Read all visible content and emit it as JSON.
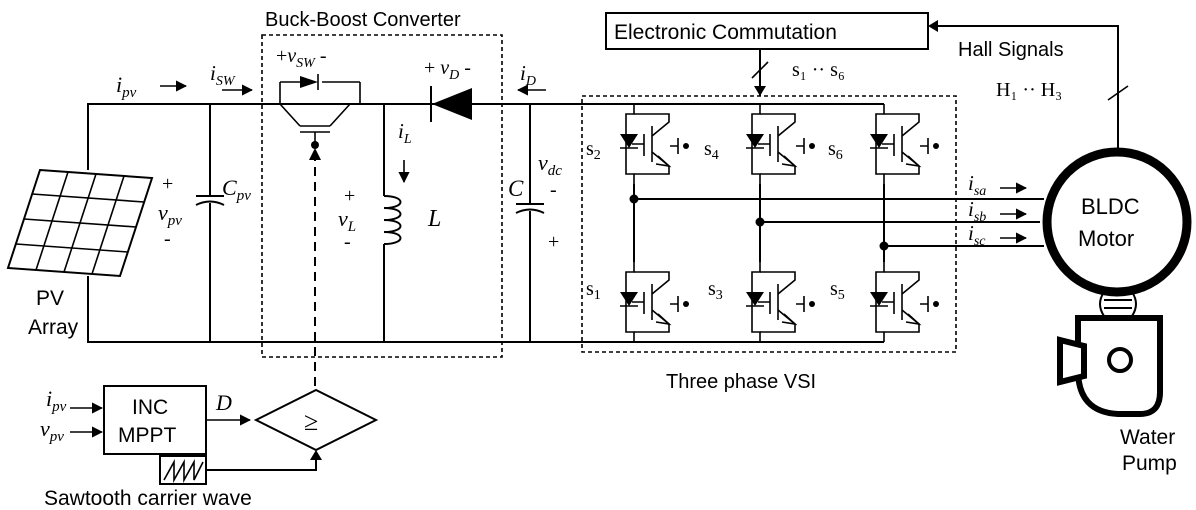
{
  "labels": {
    "buck_boost_title": "Buck-Boost Converter",
    "electronic_commutation": "Electronic Commutation",
    "hall_signals": "Hall Signals",
    "hall_range": "H₁ ·· H₃",
    "switch_range": "s₁ ·· s₆",
    "pv_array_line1": "PV",
    "pv_array_line2": "Array",
    "three_phase_vsi": "Three phase VSI",
    "bldc_line1": "BLDC",
    "bldc_line2": "Motor",
    "water_pump_line1": "Water",
    "water_pump_line2": "Pump",
    "inc_line1": "INC",
    "inc_line2": "MPPT",
    "sawtooth": "Sawtooth carrier wave",
    "comparator_symbol": "≥",
    "duty": "D",
    "plus": "+",
    "minus": "-"
  },
  "variables": {
    "i_pv": "i",
    "i_pv_sub": "pv",
    "v_pv": "v",
    "v_pv_sub": "pv",
    "i_sw": "i",
    "i_sw_sub": "SW",
    "v_sw": "v",
    "v_sw_sub": "SW",
    "v_d": "v",
    "v_d_sub": "D",
    "i_d": "i",
    "i_d_sub": "D",
    "i_l": "i",
    "i_l_sub": "L",
    "v_l": "v",
    "v_l_sub": "L",
    "c_pv": "C",
    "c_pv_sub": "pv",
    "v_dc": "v",
    "v_dc_sub": "dc",
    "c": "C",
    "l": "L",
    "i_sa": "i",
    "i_sa_sub": "sa",
    "i_sb": "i",
    "i_sb_sub": "sb",
    "i_sc": "i",
    "i_sc_sub": "sc"
  },
  "switches": {
    "s1": "s",
    "s1_sub": "1",
    "s2": "s",
    "s2_sub": "2",
    "s3": "s",
    "s3_sub": "3",
    "s4": "s",
    "s4_sub": "4",
    "s5": "s",
    "s5_sub": "5",
    "s6": "s",
    "s6_sub": "6"
  }
}
